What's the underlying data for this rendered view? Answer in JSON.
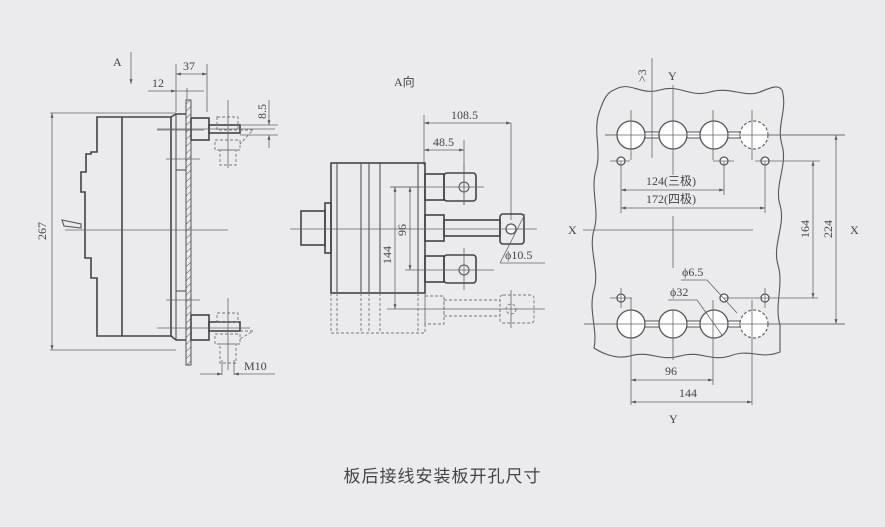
{
  "caption": "板后接线安装板开孔尺寸",
  "colors": {
    "background": "#ebebed",
    "line": "#555555",
    "text": "#444444"
  },
  "side_view": {
    "arrow_label": "A",
    "dims": {
      "top_outer": "37",
      "top_inner": "12",
      "terminal_height": "8.5",
      "total_height": "267",
      "bolt": "M10"
    }
  },
  "a_view": {
    "title": "A向",
    "dims": {
      "outer_reach": "108.5",
      "inner_reach": "48.5",
      "pitch_inner": "96",
      "pitch_outer": "144",
      "hole_dia": "ϕ10.5"
    }
  },
  "panel_cutout": {
    "axis_y_top": "Y",
    "axis_y_bottom": "Y",
    "axis_x_left": "X",
    "axis_x_right": "X",
    "dims": {
      "gap": ">3",
      "span_3pole": "124(三极)",
      "span_4pole": "172(四极)",
      "vertical_inner": "164",
      "vertical_outer": "224",
      "small_hole": "ϕ6.5",
      "large_hole": "ϕ32",
      "pitch_96": "96",
      "pitch_144": "144"
    }
  }
}
